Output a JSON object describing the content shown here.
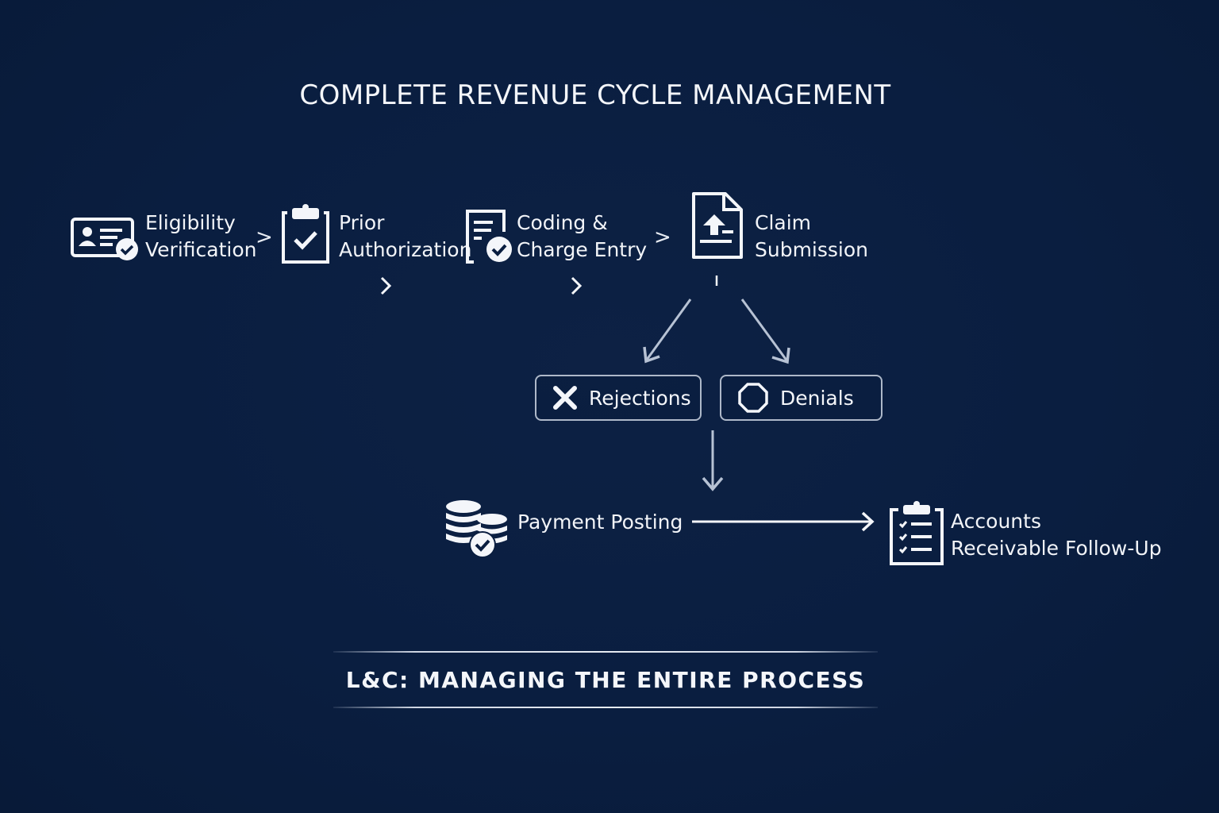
{
  "title": "COMPLETE REVENUE CYCLE MANAGEMENT",
  "steps": [
    {
      "line1": "Eligibility",
      "line2": "Verification",
      "icon": "id-card-check-icon"
    },
    {
      "line1": "Prior",
      "line2": "Authorization",
      "icon": "clipboard-check-icon"
    },
    {
      "line1": "Coding &",
      "line2": "Charge Entry",
      "icon": "document-check-icon"
    },
    {
      "line1": "Claim",
      "line2": "Submission",
      "icon": "file-upload-icon"
    }
  ],
  "chevron": ">",
  "outcomes": [
    {
      "label": "Rejections",
      "icon": "x-icon"
    },
    {
      "label": "Denials",
      "icon": "octagon-stop-icon"
    }
  ],
  "payment": {
    "label": "Payment Posting",
    "icon": "coins-check-icon"
  },
  "ar": {
    "line1": "Accounts",
    "line2": "Receivable Follow-Up",
    "icon": "clipboard-checklist-icon"
  },
  "footer": "L&C: MANAGING THE ENTIRE PROCESS",
  "colors": {
    "background": "#0a1e40",
    "foreground": "#f4f6fa",
    "arrow": "#b7c2d4"
  }
}
